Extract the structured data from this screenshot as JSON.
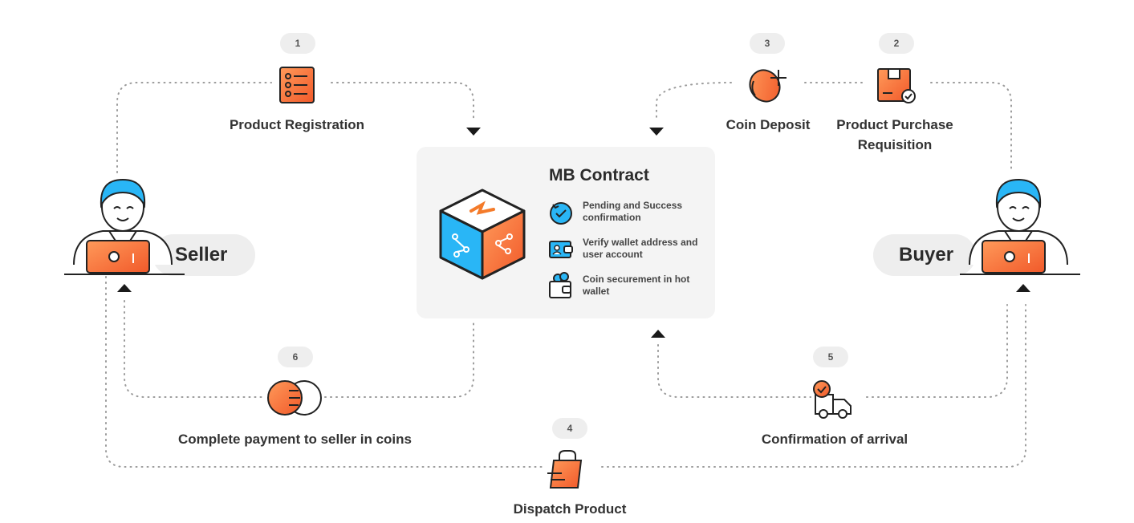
{
  "steps": {
    "s1": {
      "number": "1",
      "label": "Product Registration",
      "icon": "checklist-icon"
    },
    "s2": {
      "number": "2",
      "label_line1": "Product Purchase",
      "label_line2": "Requisition",
      "icon": "package-check-icon"
    },
    "s3": {
      "number": "3",
      "label": "Coin Deposit",
      "icon": "coin-plus-icon"
    },
    "s4": {
      "number": "4",
      "label": "Dispatch Product",
      "icon": "shopping-bag-icon"
    },
    "s5": {
      "number": "5",
      "label": "Confirmation of arrival",
      "icon": "delivery-truck-icon"
    },
    "s6": {
      "number": "6",
      "label": "Complete payment to seller in coins",
      "icon": "coin-transfer-icon"
    }
  },
  "seller": {
    "label": "Seller",
    "icon": "seller-laptop-icon"
  },
  "buyer": {
    "label": "Buyer",
    "icon": "buyer-laptop-icon"
  },
  "contract": {
    "title": "MB Contract",
    "icon": "cube-logo-icon",
    "features": [
      {
        "text": "Pending and Success confirmation",
        "icon": "refresh-check-icon"
      },
      {
        "text": "Verify wallet address and user account",
        "icon": "wallet-id-icon"
      },
      {
        "text": "Coin securement in hot wallet",
        "icon": "hot-wallet-icon"
      }
    ]
  },
  "colors": {
    "orange": "#f47b2a",
    "orange_light": "#ff9a5a",
    "blue": "#29b6f6",
    "outline": "#222222",
    "dots": "#9a9a9a",
    "bg_pill": "#eeeeee"
  }
}
